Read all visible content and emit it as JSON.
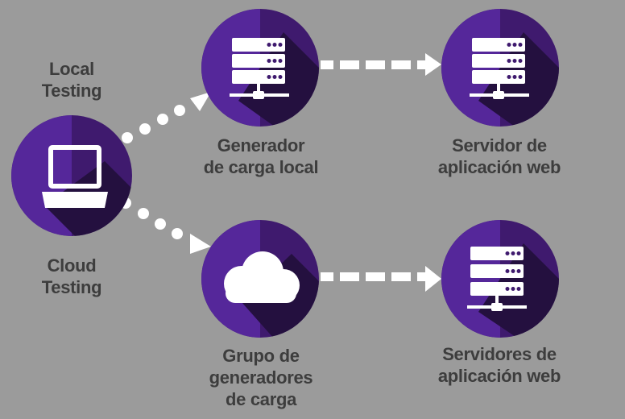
{
  "nodes": {
    "client": {
      "label_top": [
        "Local",
        "Testing"
      ],
      "label_bottom": [
        "Cloud",
        "Testing"
      ],
      "icon": "laptop-icon"
    },
    "local_generator": {
      "label": [
        "Generador",
        "de carga local"
      ],
      "icon": "server-icon"
    },
    "web_server_single": {
      "label": [
        "Servidor de",
        "aplicación web"
      ],
      "icon": "server-icon"
    },
    "cloud_generators": {
      "label": [
        "Grupo de",
        "generadores",
        "de carga"
      ],
      "icon": "cloud-icon"
    },
    "web_servers_group": {
      "label": [
        "Servidores de",
        "aplicación web"
      ],
      "icon": "server-icon"
    }
  },
  "connectors": [
    {
      "from": "client",
      "to": "local_generator",
      "style": "dotted"
    },
    {
      "from": "client",
      "to": "cloud_generators",
      "style": "dotted"
    },
    {
      "from": "local_generator",
      "to": "web_server_single",
      "style": "dashed"
    },
    {
      "from": "cloud_generators",
      "to": "web_servers_group",
      "style": "dashed"
    }
  ],
  "colors": {
    "background": "#9b9b9b",
    "circle": "#3f1a6e",
    "circle_left": "#55279a",
    "shadow": "#24103f",
    "icon": "#ffffff",
    "text": "#3d3d3d",
    "connector": "#ffffff"
  }
}
